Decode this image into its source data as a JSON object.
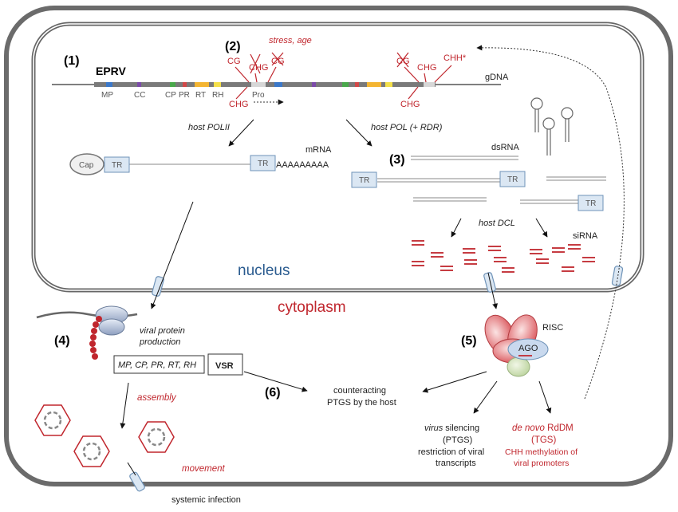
{
  "steps": [
    "(1)",
    "(2)",
    "(3)",
    "(4)",
    "(5)",
    "(6)"
  ],
  "genome": {
    "name": "EPRV",
    "gdna": "gDNA",
    "domains": [
      "MP",
      "CC",
      "CP",
      "PR",
      "RT",
      "RH",
      "Pro"
    ]
  },
  "methylation": {
    "stress": "stress, age",
    "cg": "CG",
    "chg": "CHG",
    "chh": "CHH*"
  },
  "transcription": {
    "pol2": "host POLII",
    "pol_rdr": "host POL (+ RDR)",
    "mrna": "mRNA",
    "cap": "Cap",
    "tr": "TR",
    "polya": "AAAAAAAAA",
    "dsrna": "dsRNA",
    "dcl": "host DCL",
    "sirna": "siRNA"
  },
  "compartments": {
    "nucleus": "nucleus",
    "cytoplasm": "cytoplasm"
  },
  "cytoplasm": {
    "viral_protein_1": "viral protein",
    "viral_protein_2": "production",
    "protein_list": "MP, CP, PR, RT, RH",
    "vsr": "VSR",
    "assembly": "assembly",
    "movement": "movement",
    "systemic": "systemic infection",
    "counter_1": "counteracting",
    "counter_2": "PTGS by the host",
    "risc": "RISC",
    "ago": "AGO",
    "ptgs_1": "virus",
    "ptgs_1b": " silencing",
    "ptgs_2": "(PTGS)",
    "ptgs_3": "restriction of viral",
    "ptgs_4": "transcripts",
    "rddm_1a": "de novo",
    "rddm_1b": " RdDM",
    "rddm_2": "(TGS)",
    "rddm_3": "CHH methylation of",
    "rddm_4": "viral promoters"
  },
  "colors": {
    "red": "#c0262d",
    "blue_label": "#2a5b8f",
    "tr_fill": "#dbe7f3",
    "tr_stroke": "#6f93b8",
    "cell_wall": "#6b6b6b"
  }
}
